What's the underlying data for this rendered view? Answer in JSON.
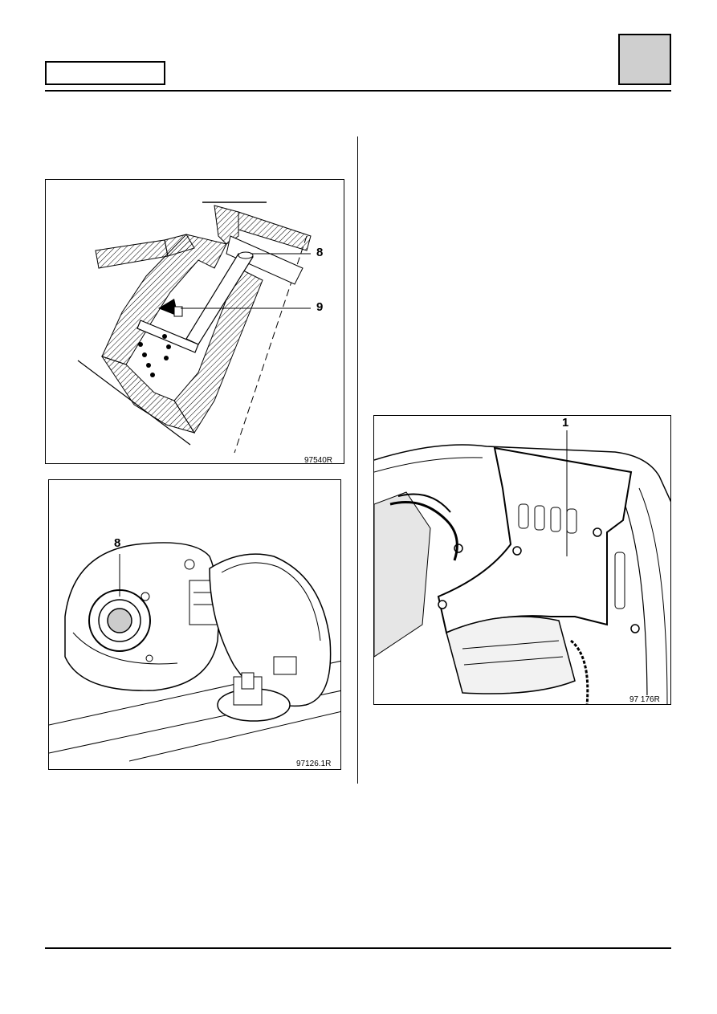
{
  "header": {
    "section_label": "",
    "tab_marker": ""
  },
  "figures": {
    "valve": {
      "ref": "97540R",
      "callouts": [
        "8",
        "9"
      ]
    },
    "filler_cap": {
      "ref": "97126.1R",
      "callouts": [
        "8"
      ]
    },
    "engine_bay": {
      "ref": "97 176R",
      "callouts": [
        "1"
      ]
    }
  },
  "colors": {
    "tab_marker_fill": "#cfcfcf",
    "line": "#000000"
  }
}
